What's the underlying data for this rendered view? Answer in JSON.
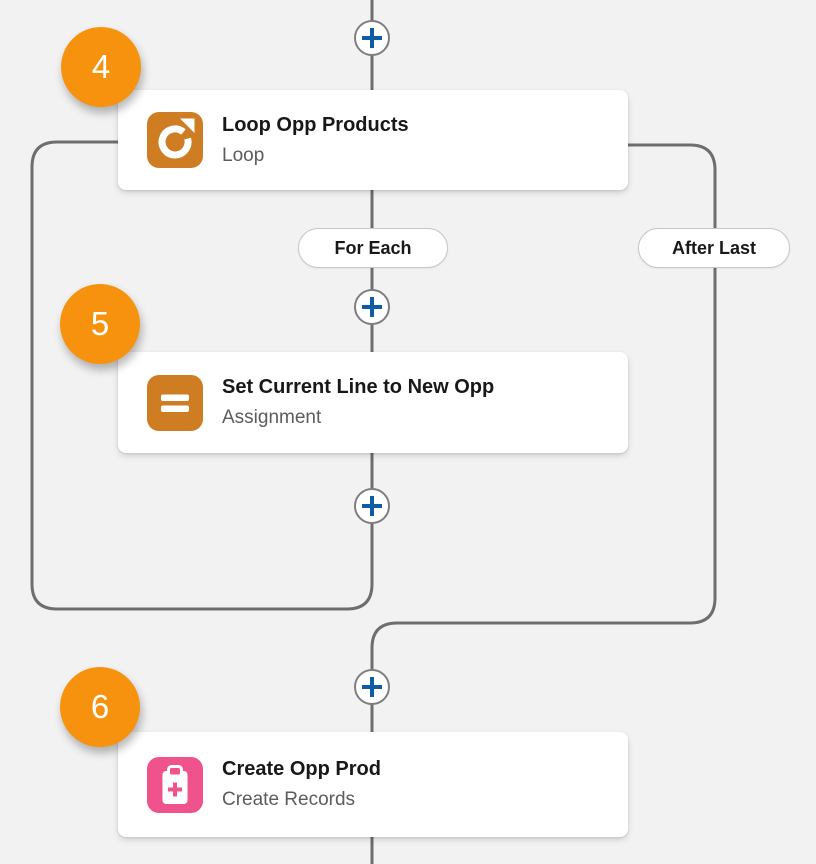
{
  "colors": {
    "canvas_bg": "#F3F2F2",
    "connector": "#6E6E6E",
    "plus_glyph_blue": "#0F5BA5",
    "plus_ring_gray": "#7F7F7F",
    "badge_orange": "#F6920E",
    "loop_icon_bg": "#CE7D23",
    "assignment_icon_bg": "#CE7D23",
    "create_records_icon_bg": "#F0538B",
    "card_bg": "#FFFFFF",
    "title_text": "#181818",
    "subtitle_text": "#5C5C5C"
  },
  "flow": {
    "nodes": [
      {
        "badge": "4",
        "title": "Loop Opp Products",
        "subtitle": "Loop",
        "icon": "loop-icon"
      },
      {
        "badge": "5",
        "title": "Set Current Line to New Opp",
        "subtitle": "Assignment",
        "icon": "assignment-icon"
      },
      {
        "badge": "6",
        "title": "Create Opp Prod",
        "subtitle": "Create Records",
        "icon": "create-records-icon"
      }
    ],
    "branch_labels": {
      "for_each": "For Each",
      "after_last": "After Last"
    }
  }
}
